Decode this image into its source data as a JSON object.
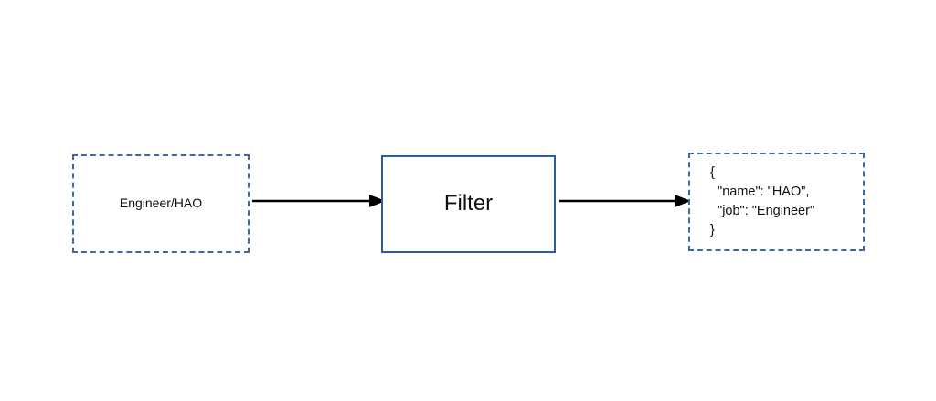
{
  "page": {
    "clipped_heading": "",
    "background_color": "#ffffff"
  },
  "colors": {
    "node_border_dashed": "#3a6ba8",
    "node_border_solid": "#2f5c9e",
    "arrow": "#000000",
    "text": "#101010"
  },
  "diagram": {
    "type": "flow",
    "nodes": [
      {
        "id": "input",
        "label": "Engineer/HAO",
        "border_style": "dashed",
        "border_color": "#3a6ba8"
      },
      {
        "id": "filter",
        "label": "Filter",
        "border_style": "solid",
        "border_color": "#2f5c9e"
      },
      {
        "id": "output",
        "label": "{\n  \"name\": \"HAO\",\n  \"job\": \"Engineer\"\n}",
        "border_style": "dashed",
        "border_color": "#3a6ba8"
      }
    ],
    "edges": [
      {
        "id": "edge-1",
        "from": "input",
        "to": "filter",
        "label": ""
      },
      {
        "id": "edge-2",
        "from": "filter",
        "to": "output",
        "label": ""
      }
    ]
  }
}
